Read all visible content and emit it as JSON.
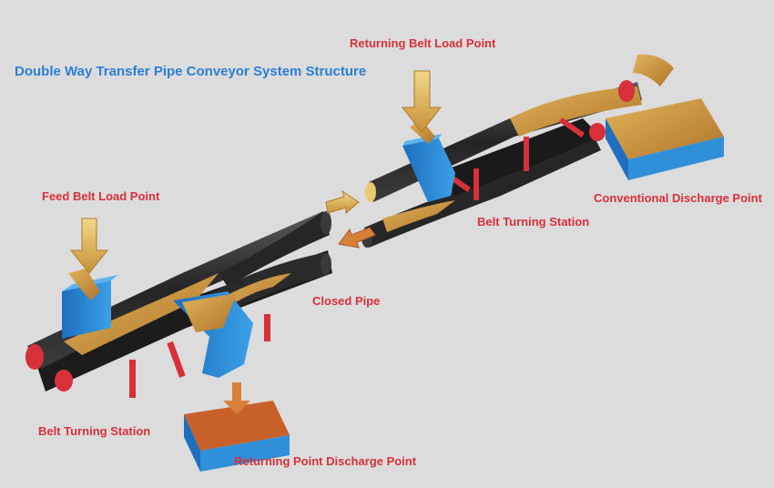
{
  "title": "Double Way Transfer Pipe Conveyor System Structure",
  "labels": {
    "returning_belt_load_point": "Returning Belt Load Point",
    "feed_belt_load_point": "Feed Belt Load Point",
    "conventional_discharge_point": "Conventional Discharge Point",
    "belt_turning_station_right": "Belt Turning Station",
    "closed_pipe": "Closed Pipe",
    "belt_turning_station_left": "Belt Turning Station",
    "returning_point_discharge_point": "Returning Point Discharge Point"
  },
  "colors": {
    "background": "#dcdcdc",
    "title": "#2a7fd4",
    "label": "#d8303a",
    "belt": "#2b2b2b",
    "hopper": "#2f8fd8",
    "material": "#c8923a",
    "roller": "#d8303a"
  }
}
